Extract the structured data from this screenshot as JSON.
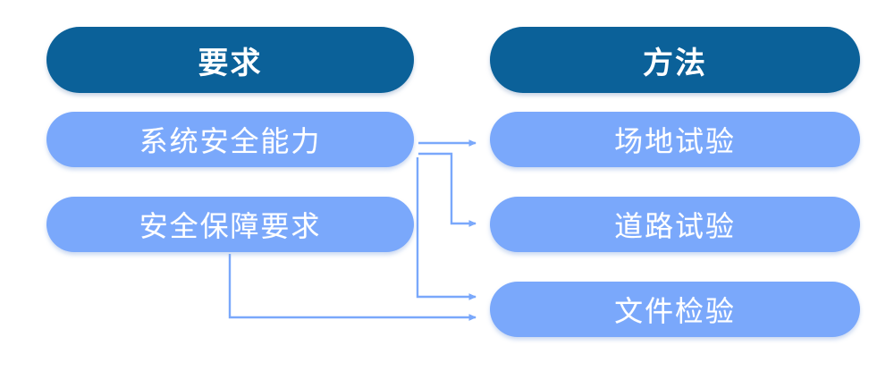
{
  "diagram": {
    "type": "flowchart",
    "orientation": "left-to-right",
    "background_color": "#ffffff",
    "colors": {
      "header_fill": "#0b6199",
      "item_fill": "#7aa8fb",
      "connector": "#7aa8fb",
      "text": "#ffffff"
    },
    "columns": [
      {
        "id": "requirements",
        "header": "要求",
        "nodes": [
          {
            "id": "system-safety-capability",
            "label": "系统安全能力"
          },
          {
            "id": "safety-assurance-requirements",
            "label": "安全保障要求"
          }
        ]
      },
      {
        "id": "methods",
        "header": "方法",
        "nodes": [
          {
            "id": "field-test",
            "label": "场地试验"
          },
          {
            "id": "road-test",
            "label": "道路试验"
          },
          {
            "id": "document-inspection",
            "label": "文件检验"
          }
        ]
      }
    ],
    "edges": [
      {
        "from": "system-safety-capability",
        "to": "field-test",
        "style": "straight-arrow"
      },
      {
        "from": "system-safety-capability",
        "to": "road-test",
        "style": "elbow-arrow"
      },
      {
        "from": "system-safety-capability",
        "to": "document-inspection",
        "style": "elbow-arrow"
      },
      {
        "from": "safety-assurance-requirements",
        "to": "document-inspection",
        "style": "elbow-arrow"
      }
    ]
  }
}
